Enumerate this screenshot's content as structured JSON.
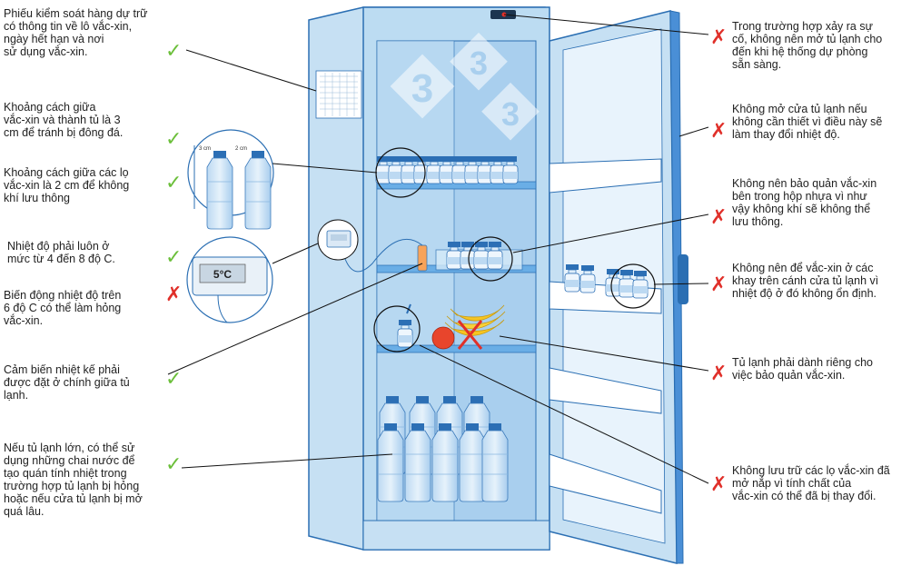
{
  "labels_left": [
    {
      "id": "L1",
      "text": "Phiếu kiểm soát hàng dự trữ\ncó thông tin về lô vắc-xin,\nngày hết hạn và nơi\nsử dụng vắc-xin.",
      "status": "ok"
    },
    {
      "id": "L2",
      "text": "Khoảng cách giữa\nvắc-xin và thành tủ là 3\ncm để tránh bị đông đá.",
      "status": "ok"
    },
    {
      "id": "L3",
      "text": "Khoảng cách giữa các lọ\nvắc-xin là 2 cm để không\nkhí lưu thông",
      "status": "ok"
    },
    {
      "id": "L4",
      "text": "Nhiệt độ phải luôn ở\nmức từ 4 đến 8 độ C.",
      "status": "ok"
    },
    {
      "id": "L5",
      "text": "Biến động nhiệt độ trên\n6 độ C có thể làm hỏng\nvắc-xin.",
      "status": "bad"
    },
    {
      "id": "L6",
      "text": "Cảm biến nhiệt kế phải\nđược đặt ở chính giữa tủ\nlạnh.",
      "status": "ok"
    },
    {
      "id": "L7",
      "text": "Nếu tủ lạnh lớn, có thể sử\ndụng những chai nước để\ntạo quán tính nhiệt trong\ntrường hợp tủ lạnh bị hỏng\nhoặc nếu cửa tủ lạnh bị mở\nquá lâu.",
      "status": "ok"
    }
  ],
  "labels_right": [
    {
      "id": "R1",
      "text": "Trong trường hợp xảy ra sự\ncố, không nên mở tủ lạnh cho\nđến khi hệ thống dự phòng\nsẵn sàng.",
      "status": "bad"
    },
    {
      "id": "R2",
      "text": "Không mở cửa tủ lạnh nếu\nkhông cần thiết vì điều này sẽ\nlàm thay đổi nhiệt độ.",
      "status": "bad"
    },
    {
      "id": "R3",
      "text": "Không nên bảo quản vắc-xin\nbên trong hộp nhựa vì như\nvậy không khí sẽ không thể\nlưu thông.",
      "status": "bad"
    },
    {
      "id": "R4",
      "text": "Không nên để vắc-xin ở các\nkhay trên cánh cửa tủ lạnh vì\nnhiệt độ ở đó không ổn định.",
      "status": "bad"
    },
    {
      "id": "R5",
      "text": "Tủ lạnh phải dành riêng cho\nviệc bảo quản vắc-xin.",
      "status": "bad"
    },
    {
      "id": "R6",
      "text": "Không lưu trữ các lọ vắc-xin đã\nmở nắp vì tính chất của\nvắc-xin có thể đã bị thay đổi.",
      "status": "bad"
    }
  ],
  "icons": {
    "ok": "✓",
    "bad": "✗"
  },
  "figure": {
    "thermometer_display": "5°C",
    "gap_wall": "3 cm",
    "gap_vials": "2 cm",
    "watermark": "3"
  },
  "colors": {
    "fridge_body": "#c6e0f3",
    "fridge_inner": "#a9cfee",
    "fridge_outline": "#2b6fb3",
    "door_edge": "#4a8fd6",
    "ok": "#6bbf3a",
    "bad": "#e0302a"
  }
}
